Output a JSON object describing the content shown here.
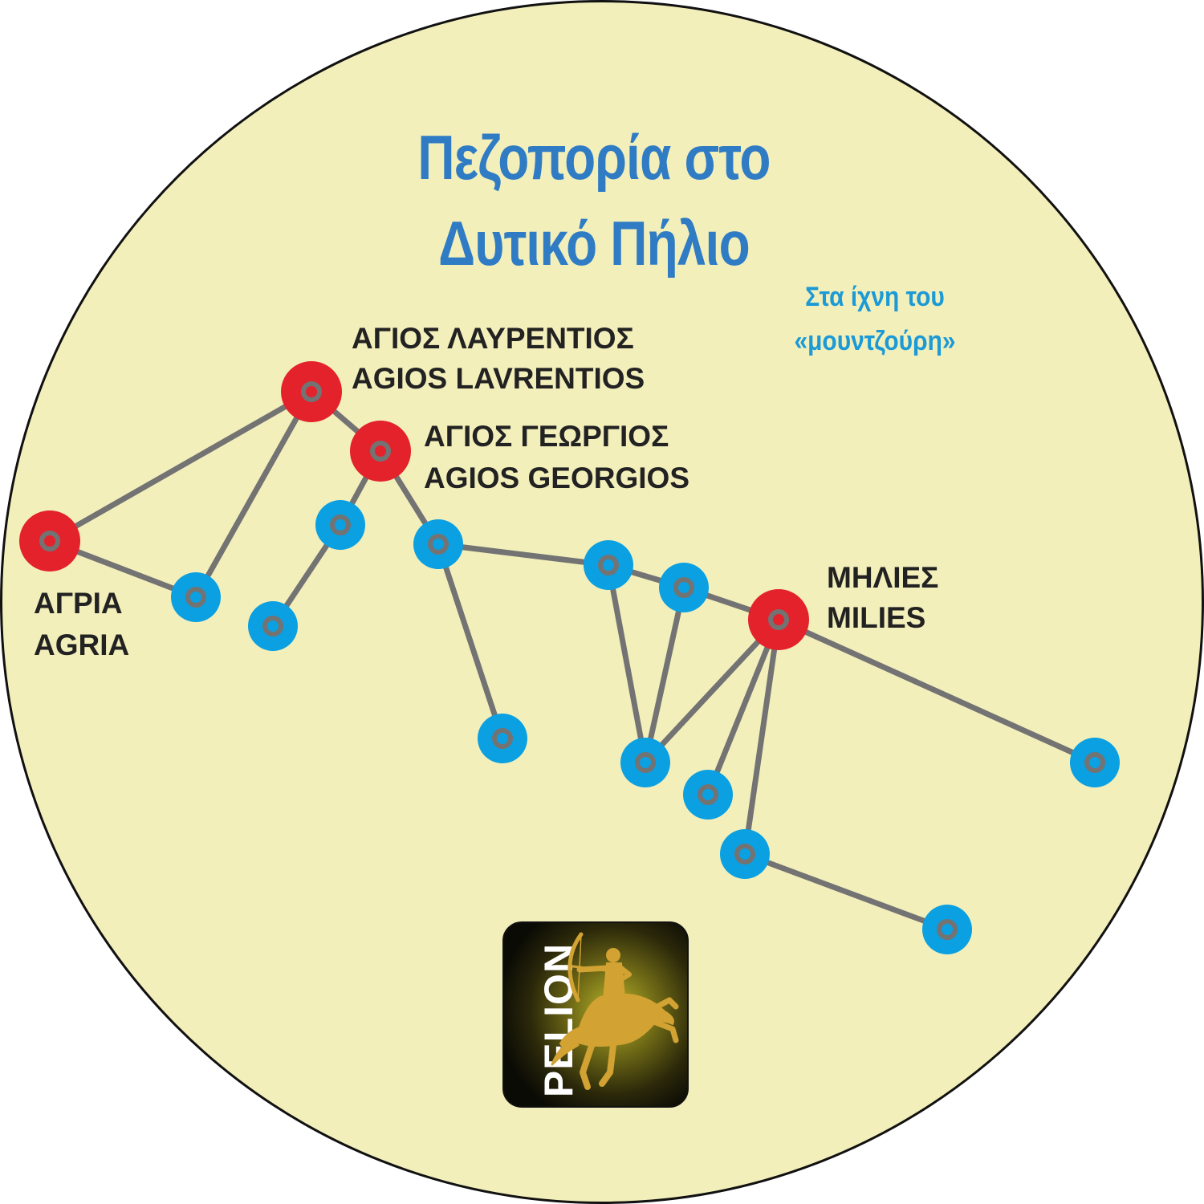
{
  "title": {
    "line1": "Πεζοπορία στο",
    "line2": "Δυτικό Πήλιο"
  },
  "subtitle": {
    "line1": "Στα ίχνη του",
    "line2": "«μουντζούρη»"
  },
  "places": {
    "lavrentios": {
      "greek": "ΑΓΙΟΣ ΛΑΥΡΕΝΤΙΟΣ",
      "latin": "AGIOS LAVRENTIOS"
    },
    "georgios": {
      "greek": "ΑΓΙΟΣ ΓΕΩΡΓΙΟΣ",
      "latin": "AGIOS GEORGIOS"
    },
    "agria": {
      "greek": "ΑΓΡΙΑ",
      "latin": "AGRIA"
    },
    "milies": {
      "greek": "ΜΗΛΙΕΣ",
      "latin": "MILIES"
    }
  },
  "logo": {
    "text": "PELION",
    "icon": "centaur-archer-icon"
  },
  "colors": {
    "disc": "#f3efbb",
    "title": "#2f7cc4",
    "subtitle": "#1b9ad6",
    "village_node": "#e3222b",
    "waypoint_node": "#0aa0e2",
    "route_line": "#737373",
    "logo_figure": "#d2a233"
  }
}
